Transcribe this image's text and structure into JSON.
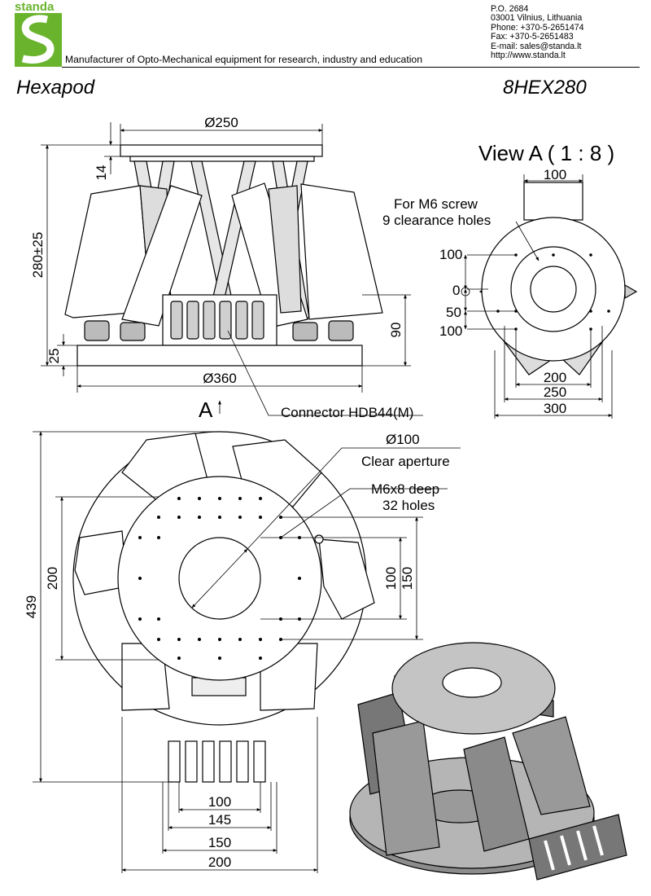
{
  "header": {
    "logo_text": "standa",
    "tagline": "Manufacturer of Opto-Mechanical equipment for research, industry and education",
    "contact": [
      "P.O. 2684",
      "03001 Vilnius, Lithuania",
      "Phone: +370-5-2651474",
      "Fax: +370-5-2651483",
      "E-mail: sales@standa.lt",
      "http://www.standa.lt"
    ],
    "product_name": "Hexapod",
    "model": "8HEX280"
  },
  "colors": {
    "brand_green": "#6ab42d",
    "line": "#000000",
    "fill": "#ffffff"
  },
  "front_view": {
    "top_diameter": "Ø250",
    "base_diameter": "Ø360",
    "height": "280±25",
    "top_plate": "14",
    "base_plate": "25",
    "connector_height": "90",
    "connector_label": "Connector HDB44(M)",
    "view_marker": "A"
  },
  "view_a": {
    "title": "View A ( 1 : 8 )",
    "top_width": "100",
    "screw_note_1": "For M6 screw",
    "screw_note_2": "9 clearance holes",
    "left_dims": [
      "100",
      "0",
      "50",
      "100"
    ],
    "bottom_dims": [
      "200",
      "250",
      "300"
    ]
  },
  "top_view": {
    "aperture_diameter": "Ø100",
    "aperture_label": "Clear aperture",
    "holes_spec": "M6x8 deep",
    "holes_count": "32 holes",
    "overall_height": "439",
    "left_dim": "200",
    "right_dims": [
      "100",
      "150"
    ],
    "bottom_dims": [
      "100",
      "145",
      "150",
      "200"
    ]
  }
}
